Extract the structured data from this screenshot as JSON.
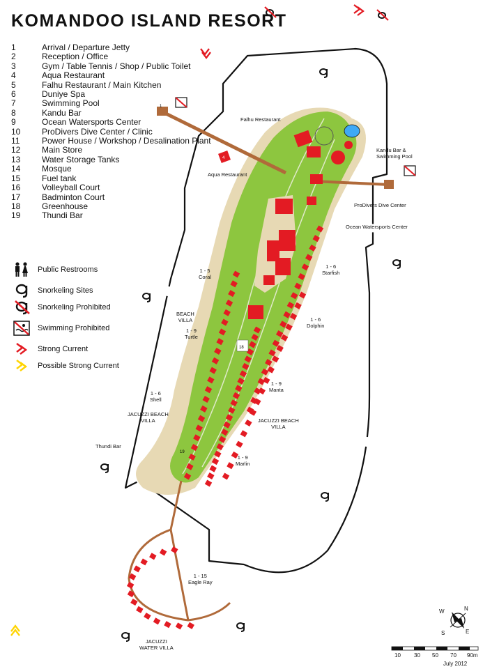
{
  "title": "KOMANDOO ISLAND RESORT",
  "legend": [
    {
      "num": "1",
      "label": "Arrival / Departure Jetty"
    },
    {
      "num": "2",
      "label": "Reception / Office"
    },
    {
      "num": "3",
      "label": "Gym / Table Tennis  / Shop / Public Toilet"
    },
    {
      "num": "4",
      "label": "Aqua Restaurant"
    },
    {
      "num": "5",
      "label": "Falhu Restaurant / Main Kitchen"
    },
    {
      "num": "6",
      "label": "Duniye Spa"
    },
    {
      "num": "7",
      "label": "Swimming Pool"
    },
    {
      "num": "8",
      "label": "Kandu Bar"
    },
    {
      "num": "9",
      "label": "Ocean Watersports Center"
    },
    {
      "num": "10",
      "label": "ProDivers Dive Center / Clinic"
    },
    {
      "num": "11",
      "label": "Power House / Workshop / Desalination Plant"
    },
    {
      "num": "12",
      "label": "Main Store"
    },
    {
      "num": "13",
      "label": "Water Storage Tanks"
    },
    {
      "num": "14",
      "label": "Mosque"
    },
    {
      "num": "15",
      "label": "Fuel tank"
    },
    {
      "num": "16",
      "label": "Volleyball Court"
    },
    {
      "num": "17",
      "label": "Badminton Court"
    },
    {
      "num": "18",
      "label": "Greenhouse"
    },
    {
      "num": "19",
      "label": "Thundi Bar"
    }
  ],
  "symbols": [
    {
      "icon": "restroom-icon",
      "label": "Public Restrooms"
    },
    {
      "icon": "snorkel-icon",
      "label": "Snorkeling Sites"
    },
    {
      "icon": "snorkel-prohibited-icon",
      "label": "Snorkeling Prohibited"
    },
    {
      "icon": "swimming-prohibited-icon",
      "label": "Swimming Prohibited"
    },
    {
      "icon": "strong-current-icon",
      "label": "Strong Current"
    },
    {
      "icon": "possible-current-icon",
      "label": "Possible Strong Current"
    }
  ],
  "map_labels": {
    "falhu": "Falhu Restaurant",
    "aqua": "Aqua Restaurant",
    "kandu": "Kandu Bar &\nSwimming Pool",
    "prodivers": "ProDivers Dive Center",
    "ocean": "Ocean Watersports Center",
    "coral": "1 - 5\nCoral",
    "beach_villa": "BEACH\nVILLA",
    "turtle": "1 - 9\nTurtle",
    "starfish": "1 - 6\nStarfish",
    "dolphin": "1 - 6\nDolphin",
    "shell": "1 - 6\nShell",
    "jacuzzi_beach_left": "JACUZZI BEACH\nVILLA",
    "manta": "1 - 9\nManta",
    "jacuzzi_beach_right": "JACUZZI BEACH\nVILLA",
    "thundi": "Thundi Bar",
    "marlin": "1 - 9\nMarlin",
    "eagle_ray": "1 - 15\nEagle Ray",
    "jacuzzi_water": "JACUZZI\nWATER VILLA"
  },
  "markers": {
    "jetty": "1",
    "aqua": "4",
    "greenhouse": "18",
    "thundi": "19"
  },
  "scale": {
    "labels": [
      "10",
      "30",
      "50",
      "70",
      "90m"
    ]
  },
  "date": "July 2012",
  "compass": {
    "letters": [
      "W",
      "N",
      "E",
      "S"
    ]
  },
  "colors": {
    "island": "#8dc63f",
    "beach": "#e7d9b4",
    "building": "#e31b23",
    "path": "#b06a3a",
    "reef": "#111111"
  }
}
